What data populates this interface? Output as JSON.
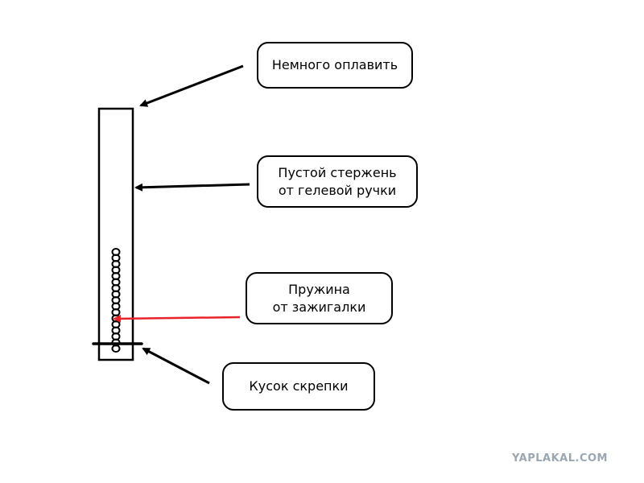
{
  "labels": {
    "melt": "Немного оплавить",
    "refill_line1": "Пустой стержень",
    "refill_line2": "от гелевой ручки",
    "spring_line1": "Пружина",
    "spring_line2": "от зажигалки",
    "clip": "Кусок скрепки"
  },
  "watermark": "YAPLAKAL.COM",
  "colors": {
    "outline": "#000000",
    "spring_arrow": "#e8242a",
    "watermark": "#9aa7b3"
  }
}
